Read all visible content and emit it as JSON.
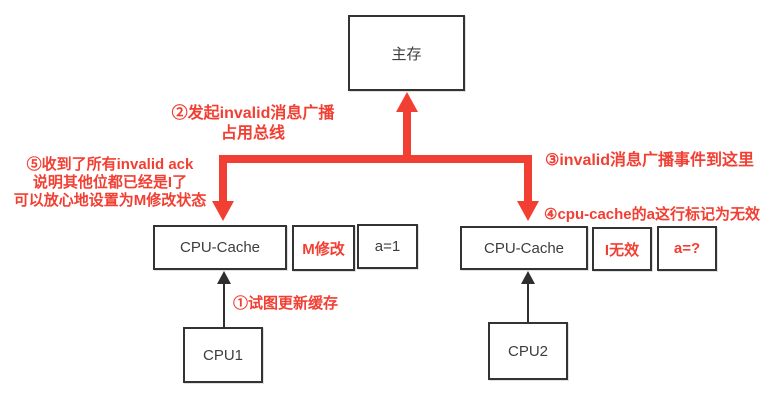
{
  "colors": {
    "red": "#f23f33",
    "ink": "#333333"
  },
  "memory": {
    "label": "主存"
  },
  "left_cache": {
    "label": "CPU-Cache",
    "state": "M修改",
    "value": "a=1"
  },
  "right_cache": {
    "label": "CPU-Cache",
    "state": "I无效",
    "value": "a=?"
  },
  "cpu1": {
    "label": "CPU1"
  },
  "cpu2": {
    "label": "CPU2"
  },
  "annotations": {
    "step1": "①试图更新缓存",
    "step2_line1": "②发起invalid消息广播",
    "step2_line2": "占用总线",
    "step3": "③invalid消息广播事件到这里",
    "step4": "④cpu-cache的a这行标记为无效",
    "step5_line1": "⑤收到了所有invalid ack",
    "step5_line2": "说明其他位都已经是I了",
    "step5_line3": "可以放心地设置为M修改状态"
  }
}
